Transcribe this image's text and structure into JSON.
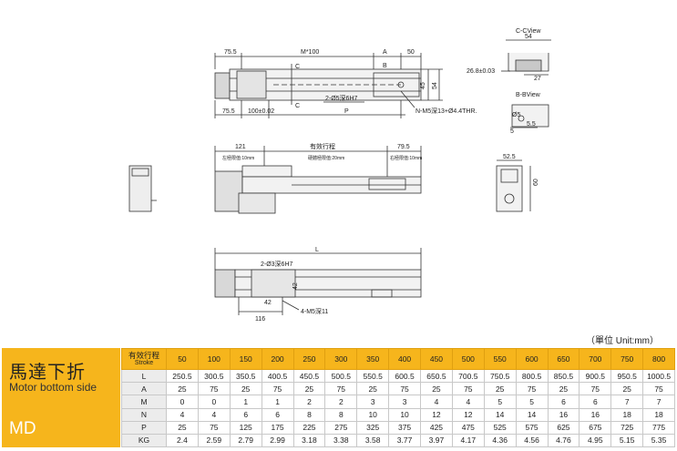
{
  "drawing": {
    "top_view": {
      "dims": {
        "d1": "75.5",
        "d2": "M*100",
        "d3": "A",
        "d4": "50",
        "d5": "75.5",
        "d6": "100±0.02",
        "d7": "P",
        "d8": "45",
        "d9": "54"
      },
      "section_c1": "C",
      "section_c2": "C",
      "section_b": "B",
      "callout1": "2-Ø5深6H7",
      "callout2": "N-M5深13+Ø4.4THR."
    },
    "c_view": {
      "title": "C-CView",
      "w": "54",
      "h": "26.8±0.03",
      "r": "27"
    },
    "b_view": {
      "title": "B-BView",
      "d1": "Ø5",
      "d2": "5.5",
      "d3": "5"
    },
    "side_view": {
      "left_dim": "121",
      "right_dim": "79.5",
      "stroke_label": "有效行程",
      "left_note": "左極限值:10mm",
      "mid_note": "硬體極限值:20mm",
      "right_note": "右極限值:10mm"
    },
    "end_view": {
      "w": "52.5",
      "h": "60"
    },
    "bottom_view": {
      "length": "L",
      "callout1": "2-Ø3深6H7",
      "callout2": "4-M5深11",
      "w1": "42",
      "w2": "116",
      "w3": "42"
    }
  },
  "unit_note": "（單位 Unit:mm）",
  "panel": {
    "title_zh": "馬達下折",
    "title_en": "Motor bottom side",
    "code": "MD"
  },
  "table": {
    "header_zh": "有效行程",
    "header_en": "Stroke",
    "strokes": [
      "50",
      "100",
      "150",
      "200",
      "250",
      "300",
      "350",
      "400",
      "450",
      "500",
      "550",
      "600",
      "650",
      "700",
      "750",
      "800"
    ],
    "rows": [
      {
        "label": "L",
        "values": [
          "250.5",
          "300.5",
          "350.5",
          "400.5",
          "450.5",
          "500.5",
          "550.5",
          "600.5",
          "650.5",
          "700.5",
          "750.5",
          "800.5",
          "850.5",
          "900.5",
          "950.5",
          "1000.5"
        ]
      },
      {
        "label": "A",
        "values": [
          "25",
          "75",
          "25",
          "75",
          "25",
          "75",
          "25",
          "75",
          "25",
          "75",
          "25",
          "75",
          "25",
          "75",
          "25",
          "75"
        ]
      },
      {
        "label": "M",
        "values": [
          "0",
          "0",
          "1",
          "1",
          "2",
          "2",
          "3",
          "3",
          "4",
          "4",
          "5",
          "5",
          "6",
          "6",
          "7",
          "7"
        ]
      },
      {
        "label": "N",
        "values": [
          "4",
          "4",
          "6",
          "6",
          "8",
          "8",
          "10",
          "10",
          "12",
          "12",
          "14",
          "14",
          "16",
          "16",
          "18",
          "18"
        ]
      },
      {
        "label": "P",
        "values": [
          "25",
          "75",
          "125",
          "175",
          "225",
          "275",
          "325",
          "375",
          "425",
          "475",
          "525",
          "575",
          "625",
          "675",
          "725",
          "775"
        ]
      },
      {
        "label": "KG",
        "values": [
          "2.4",
          "2.59",
          "2.79",
          "2.99",
          "3.18",
          "3.38",
          "3.58",
          "3.77",
          "3.97",
          "4.17",
          "4.36",
          "4.56",
          "4.76",
          "4.95",
          "5.15",
          "5.35"
        ]
      }
    ]
  }
}
